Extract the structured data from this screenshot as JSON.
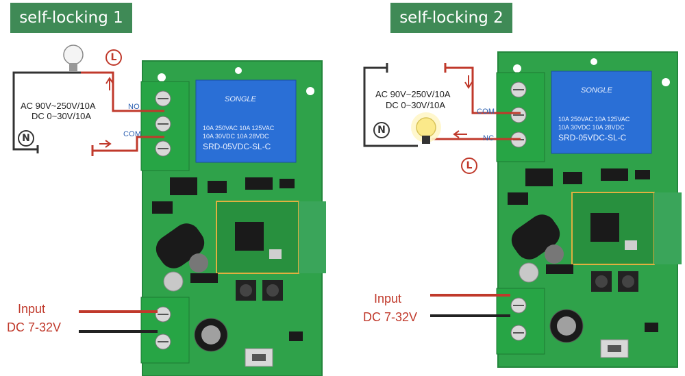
{
  "panels": [
    {
      "title": "self-locking 1",
      "rating_ac": "AC 90V~250V/10A",
      "rating_dc": "DC 0~30V/10A",
      "terminal_top": "NO",
      "terminal_mid": "COM",
      "input_label": "Input",
      "input_voltage": "DC 7-32V",
      "live_symbol": "L",
      "neutral_symbol": "N"
    },
    {
      "title": "self-locking 2",
      "rating_ac": "AC 90V~250V/10A",
      "rating_dc": "DC 0~30V/10A",
      "terminal_top": "COM",
      "terminal_mid": "NC",
      "input_label": "Input",
      "input_voltage": "DC 7-32V",
      "live_symbol": "L",
      "neutral_symbol": "N"
    }
  ],
  "relay": {
    "brand": "SONGLE",
    "line1": "10A 250VAC  10A 125VAC",
    "line2": "10A  30VDC  10A  28VDC",
    "model": "SRD-05VDC-SL-C"
  },
  "colors": {
    "title_bg": "#3f8a56",
    "live_wire": "#c0392b",
    "neutral_wire": "#333333",
    "pcb": "#2fa24a",
    "relay": "#2a6fd6"
  }
}
